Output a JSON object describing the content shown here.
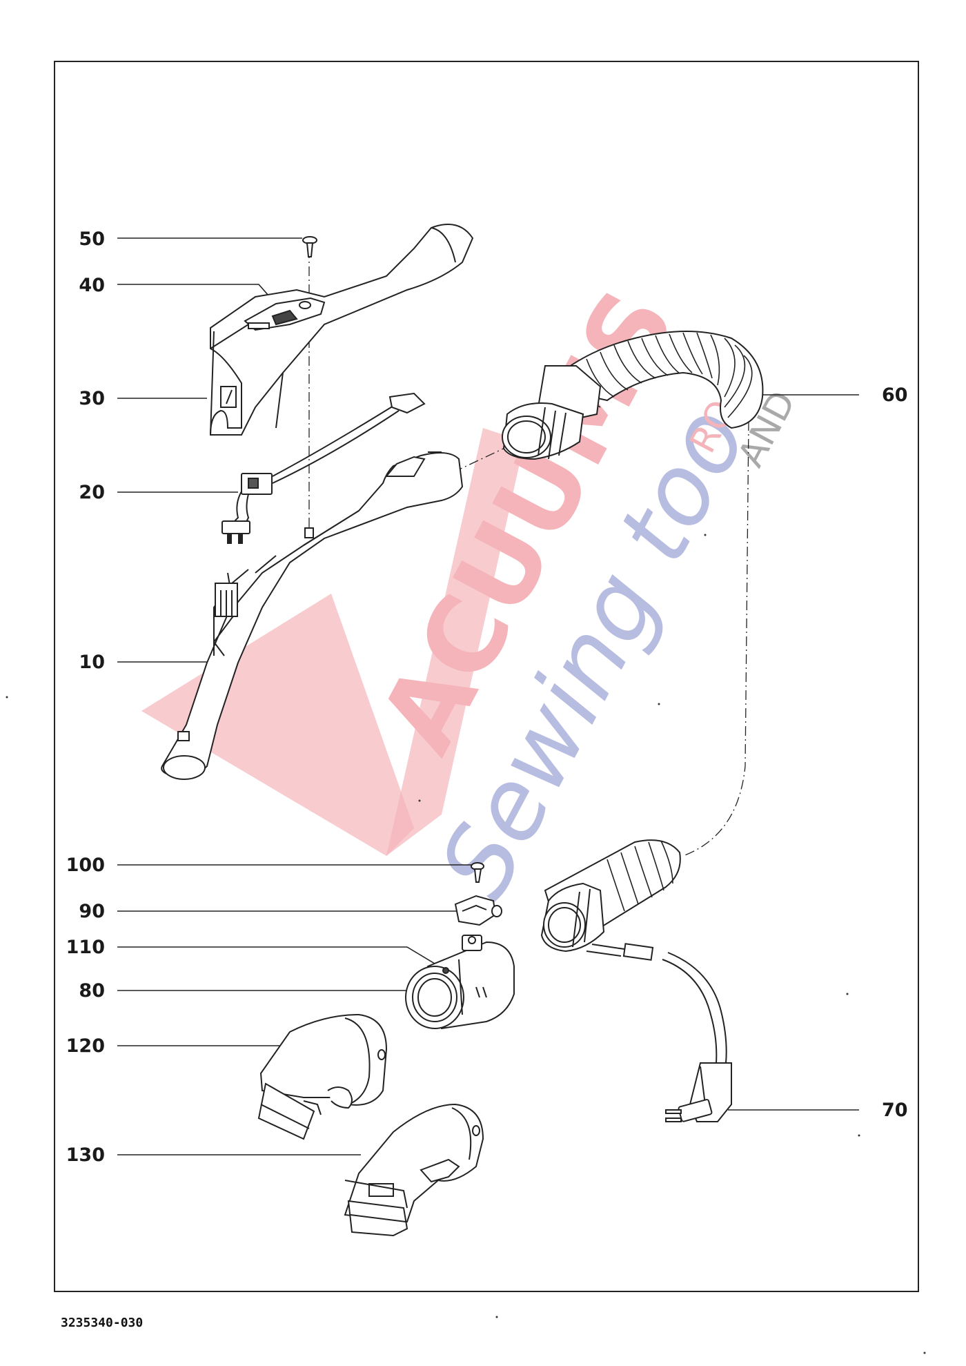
{
  "callouts": {
    "c50": "50",
    "c40": "40",
    "c30": "30",
    "c20": "20",
    "c10": "10",
    "c60": "60",
    "c100": "100",
    "c90": "90",
    "c110": "110",
    "c80": "80",
    "c120": "120",
    "c130": "130",
    "c70": "70"
  },
  "document_number": "3235340-030",
  "watermark": {
    "line1": "ACUUMS",
    "line2": "Sewing too",
    "small1": "RO",
    "small2": "AND",
    "colors": {
      "red": "#f2a7ae",
      "blue": "#aab0dc",
      "gray": "#9a9a9a"
    }
  }
}
